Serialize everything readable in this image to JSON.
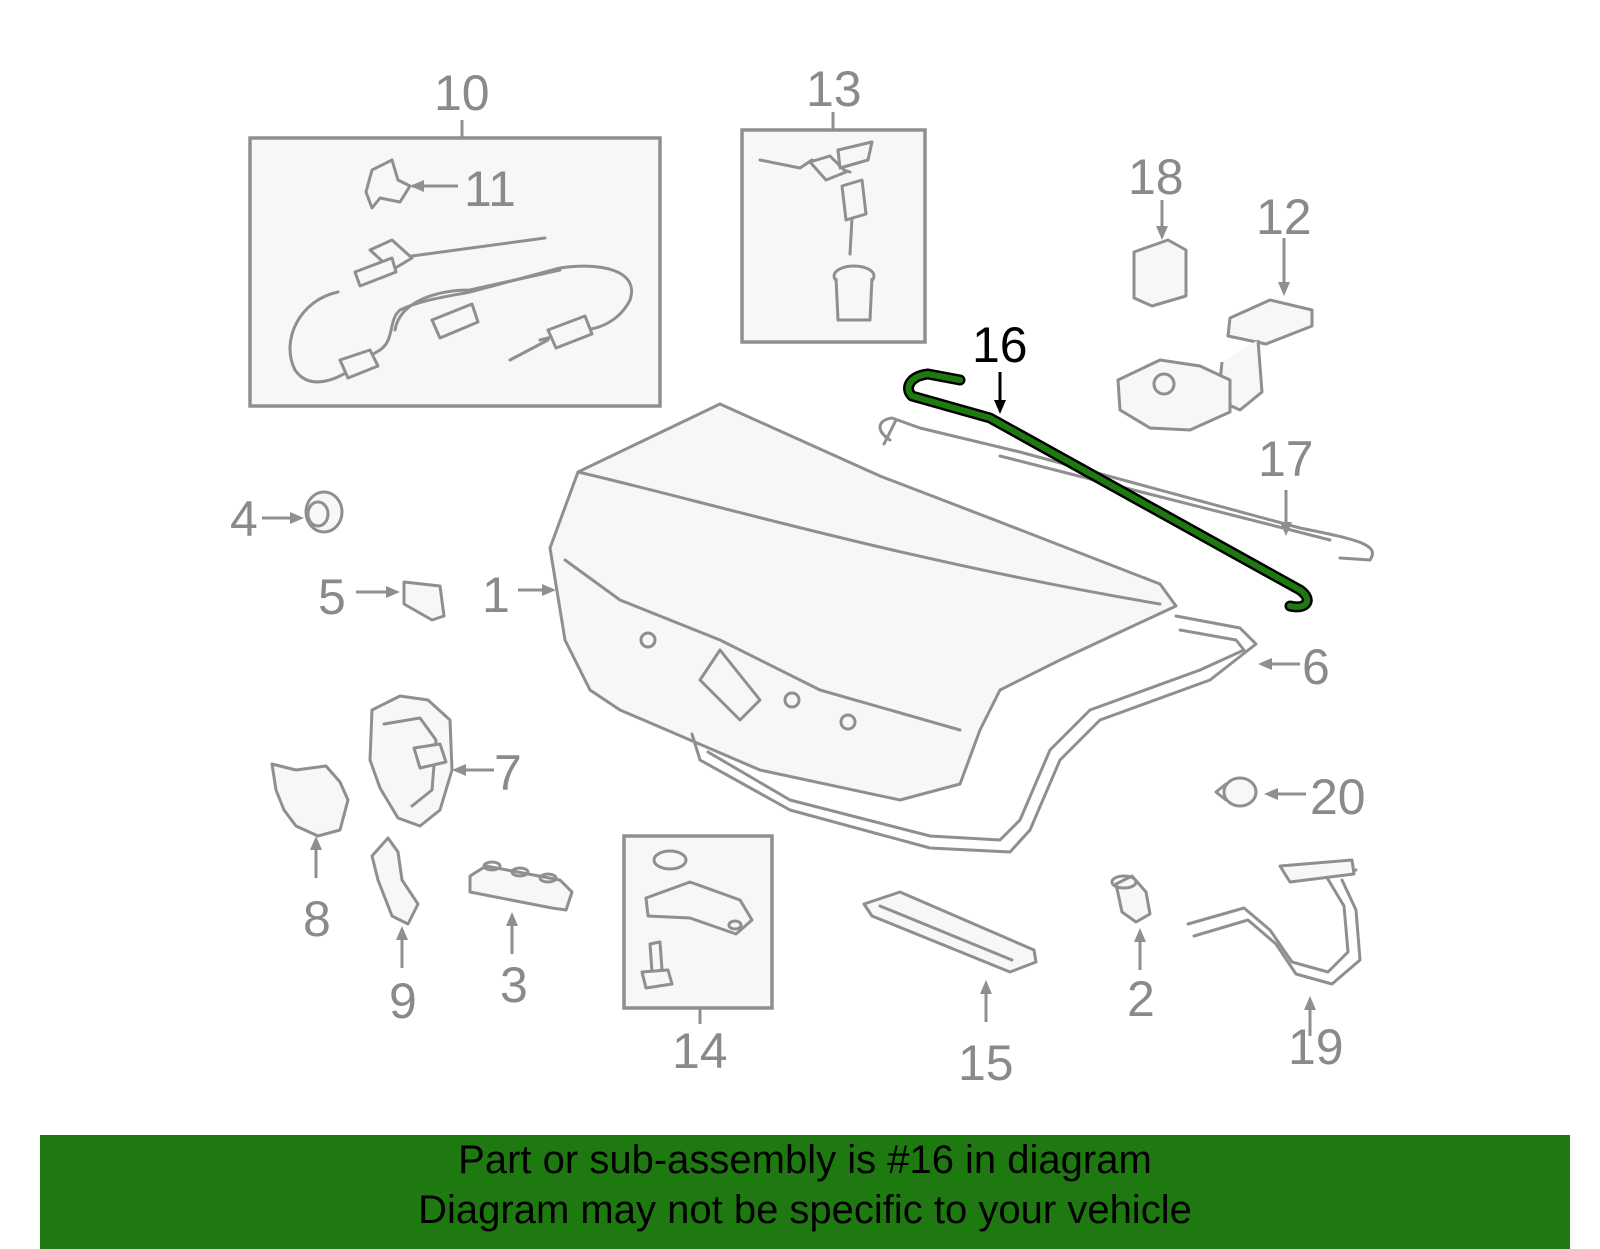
{
  "labels": {
    "l1": "1",
    "l2": "2",
    "l3": "3",
    "l4": "4",
    "l5": "5",
    "l6": "6",
    "l7": "7",
    "l8": "8",
    "l9": "9",
    "l10": "10",
    "l11": "11",
    "l12": "12",
    "l13": "13",
    "l14": "14",
    "l15": "15",
    "l16": "16",
    "l17": "17",
    "l18": "18",
    "l19": "19",
    "l20": "20"
  },
  "highlight": {
    "part_number": "16",
    "color": "#1e7a10"
  },
  "banner": {
    "line1": "Part or sub-assembly is #16 in diagram",
    "line2": "Diagram may not be specific to your vehicle",
    "background": "#1e7a10"
  }
}
